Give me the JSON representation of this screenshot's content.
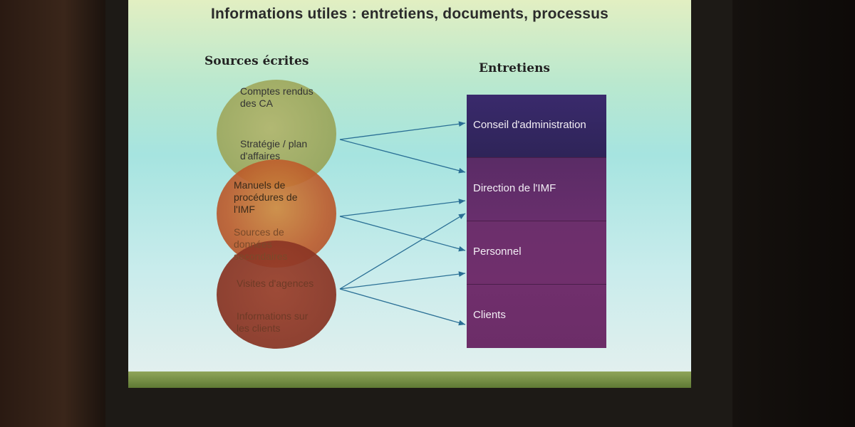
{
  "slide": {
    "title": "Informations utiles : entretiens, documents, processus",
    "left_heading": "Sources écrites",
    "right_heading": "Entretiens"
  },
  "sources": {
    "circle_1": {
      "line_a": "Comptes rendus des CA",
      "line_b": "Stratégie / plan d'affaires"
    },
    "circle_2": {
      "line_a": "Manuels de procédures de l'IMF",
      "line_b": "Sources de données secondaires"
    },
    "circle_3": {
      "line_a": "Visites d'agences",
      "line_b": "Informations sur les clients"
    }
  },
  "interviews": [
    "Conseil d'administration",
    "Direction de l'IMF",
    "Personnel",
    "Clients"
  ],
  "colors": {
    "accent_bar": "#6f8a3e",
    "arrow": "#2a6f95",
    "box_top": "#2e2458",
    "box_rest": "#6c2f6c"
  }
}
